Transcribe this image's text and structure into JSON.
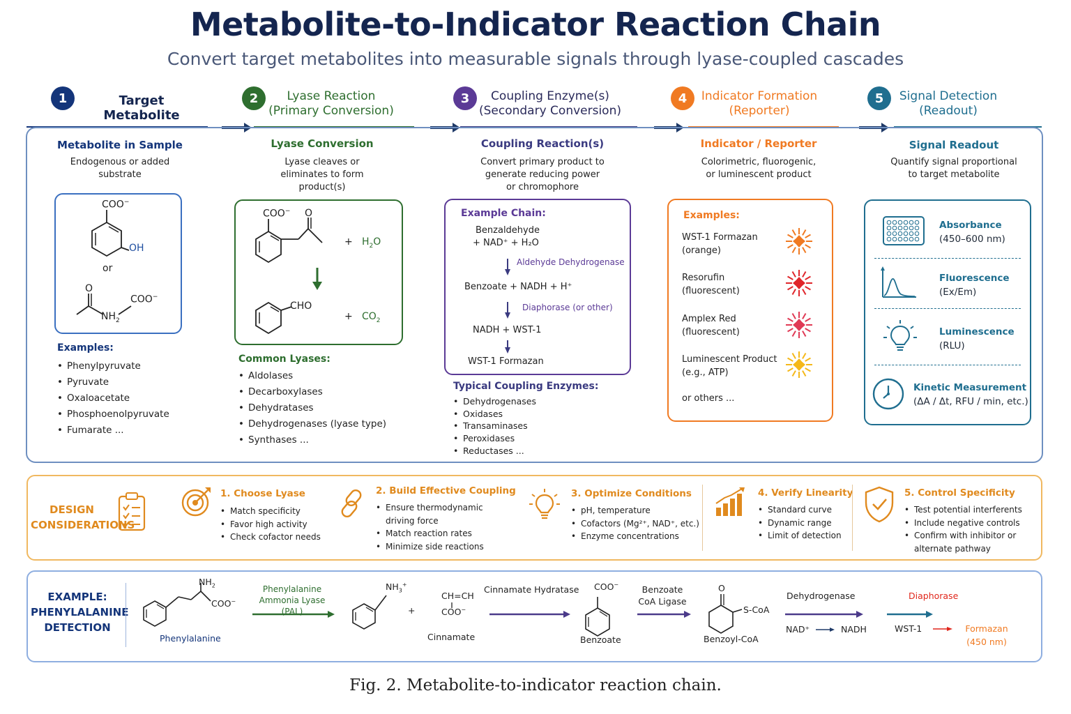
{
  "title": "Metabolite-to-Indicator Reaction Chain",
  "subtitle": "Convert target metabolites into measurable signals through lyase-coupled cascades",
  "steps": [
    {
      "num": "1",
      "title": "Target Metabolite"
    },
    {
      "num": "2",
      "title_line1": "Lyase Reaction",
      "title_line2": "(Primary Conversion)"
    },
    {
      "num": "3",
      "title_line1": "Coupling Enzyme(s)",
      "title_line2": "(Secondary Conversion)"
    },
    {
      "num": "4",
      "title_line1": "Indicator Formation",
      "title_line2": "(Reporter)"
    },
    {
      "num": "5",
      "title_line1": "Signal Detection",
      "title_line2": "(Readout)"
    }
  ],
  "col1": {
    "head": "Metabolite in Sample",
    "desc1": "Endogenous or added",
    "desc2": "substrate",
    "struct": {
      "coo": "COO",
      "oh": "OH",
      "or": "or",
      "o": "O",
      "coo2": "COO",
      "nh2": "NH"
    },
    "examples_head": "Examples:",
    "examples": [
      "Phenylpyruvate",
      "Pyruvate",
      "Oxaloacetate",
      "Phosphoenolpyruvate",
      "Fumarate ..."
    ]
  },
  "col2": {
    "head": "Lyase Conversion",
    "desc1": "Lyase cleaves or",
    "desc2": "eliminates to form",
    "desc3": "product(s)",
    "struct": {
      "coo": "COO",
      "o": "O",
      "plus1": "+",
      "h2o": "H",
      "cho": "CHO",
      "plus2": "+",
      "co2": "CO"
    },
    "list_head": "Common Lyases:",
    "list": [
      "Aldolases",
      "Decarboxylases",
      "Dehydratases",
      "Dehydrogenases (lyase type)",
      "Synthases ..."
    ]
  },
  "col3": {
    "head": "Coupling Reaction(s)",
    "desc1": "Convert primary product to",
    "desc2": "generate reducing power",
    "desc3": "or chromophore",
    "chain_head": "Example Chain:",
    "chain_l1": "Benzaldehyde",
    "chain_l2": "+ NAD⁺ + H₂O",
    "enzyme1": "Aldehyde Dehydrogenase",
    "chain_l3": "Benzoate  +  NADH + H⁺",
    "enzyme2": "Diaphorase (or other)",
    "chain_l4": "NADH  +  WST-1",
    "chain_l5": "WST-1   Formazan",
    "list_head": "Typical Coupling Enzymes:",
    "list": [
      "Dehydrogenases",
      "Oxidases",
      "Transaminases",
      "Peroxidases",
      "Reductases ..."
    ]
  },
  "col4": {
    "head": "Indicator / Reporter",
    "desc1": "Colorimetric, fluorogenic,",
    "desc2": "or luminescent product",
    "examples_head": "Examples:",
    "items": [
      {
        "l1": "WST-1 Formazan",
        "l2": "(orange)",
        "color": "#f07a22"
      },
      {
        "l1": "Resorufin",
        "l2": "(fluorescent)",
        "color": "#e0262b"
      },
      {
        "l1": "Amplex Red",
        "l2": "(fluorescent)",
        "color": "#e03a55"
      },
      {
        "l1": "Luminescent Product",
        "l2": "(e.g., ATP)",
        "color": "#f5b819"
      }
    ],
    "others": "or others ..."
  },
  "col5": {
    "head": "Signal Readout",
    "desc1": "Quantify signal proportional",
    "desc2": "to target metabolite",
    "items": [
      {
        "l1": "Absorbance",
        "l2": "(450–600 nm)",
        "icon": "microplate-icon"
      },
      {
        "l1": "Fluorescence",
        "l2": "(Ex/Em)",
        "icon": "emission-spectrum-icon"
      },
      {
        "l1": "Luminescence",
        "l2": "(RLU)",
        "icon": "lightbulb-icon"
      },
      {
        "l1": "Kinetic Measurement",
        "l2": "(ΔA / Δt, RFU / min, etc.)",
        "icon": "clock-icon"
      }
    ]
  },
  "design": {
    "label1": "DESIGN",
    "label2": "CONSIDERATIONS",
    "items": [
      {
        "title": "1. Choose Lyase",
        "bullets": [
          "Match specificity",
          "Favor high activity",
          "Check cofactor needs"
        ],
        "icon": "target-icon"
      },
      {
        "title": "2. Build Effective Coupling",
        "bullets": [
          "Ensure thermodynamic driving force",
          "Match reaction rates",
          "Minimize side reactions"
        ],
        "icon": "chain-link-icon"
      },
      {
        "title": "3. Optimize Conditions",
        "bullets": [
          "pH, temperature",
          "Cofactors (Mg²⁺, NAD⁺, etc.)",
          "Enzyme concentrations"
        ],
        "icon": "lightbulb-icon"
      },
      {
        "title": "4. Verify Linearity",
        "bullets": [
          "Standard curve",
          "Dynamic range",
          "Limit of detection"
        ],
        "icon": "bar-chart-icon"
      },
      {
        "title": "5. Control Specificity",
        "bullets": [
          "Test potential interferents",
          "Include negative controls",
          "Confirm with inhibitor or alternate pathway"
        ],
        "icon": "shield-check-icon"
      }
    ]
  },
  "example": {
    "label1": "EXAMPLE:",
    "label2": "PHENYLALANINE",
    "label3": "DETECTION",
    "phe": "Phenylalanine",
    "nh2": "NH",
    "coo": "COO",
    "pal1": "Phenylalanine",
    "pal2": "Ammonia Lyase (PAL)",
    "nh3": "NH",
    "plus": "+",
    "chch": "CH=CH",
    "coo2": "COO",
    "cinnamate": "Cinnamate",
    "hydratase": "Cinnamate Hydratase",
    "coo3": "COO",
    "benzoate": "Benzoate",
    "ligase1": "Benzoate",
    "ligase2": "CoA Ligase",
    "o": "O",
    "scoa": "S-CoA",
    "benzoylcoa": "Benzoyl-CoA",
    "dehydrogenase": "Dehydrogenase",
    "nad": "NAD⁺",
    "nadh": "NADH",
    "diaphorase": "Diaphorase",
    "wst": "WST-1",
    "formazan": "Formazan",
    "nm": "(450 nm)"
  },
  "caption": "Fig.  2.  Metabolite-to-indicator reaction chain.",
  "colors": {
    "navy": "#14254f",
    "step1": "#14357a",
    "step2": "#2e6e2f",
    "step3": "#5b3a96",
    "step4": "#f07a22",
    "step5": "#1f6e8f",
    "design": "#e08a1e"
  }
}
